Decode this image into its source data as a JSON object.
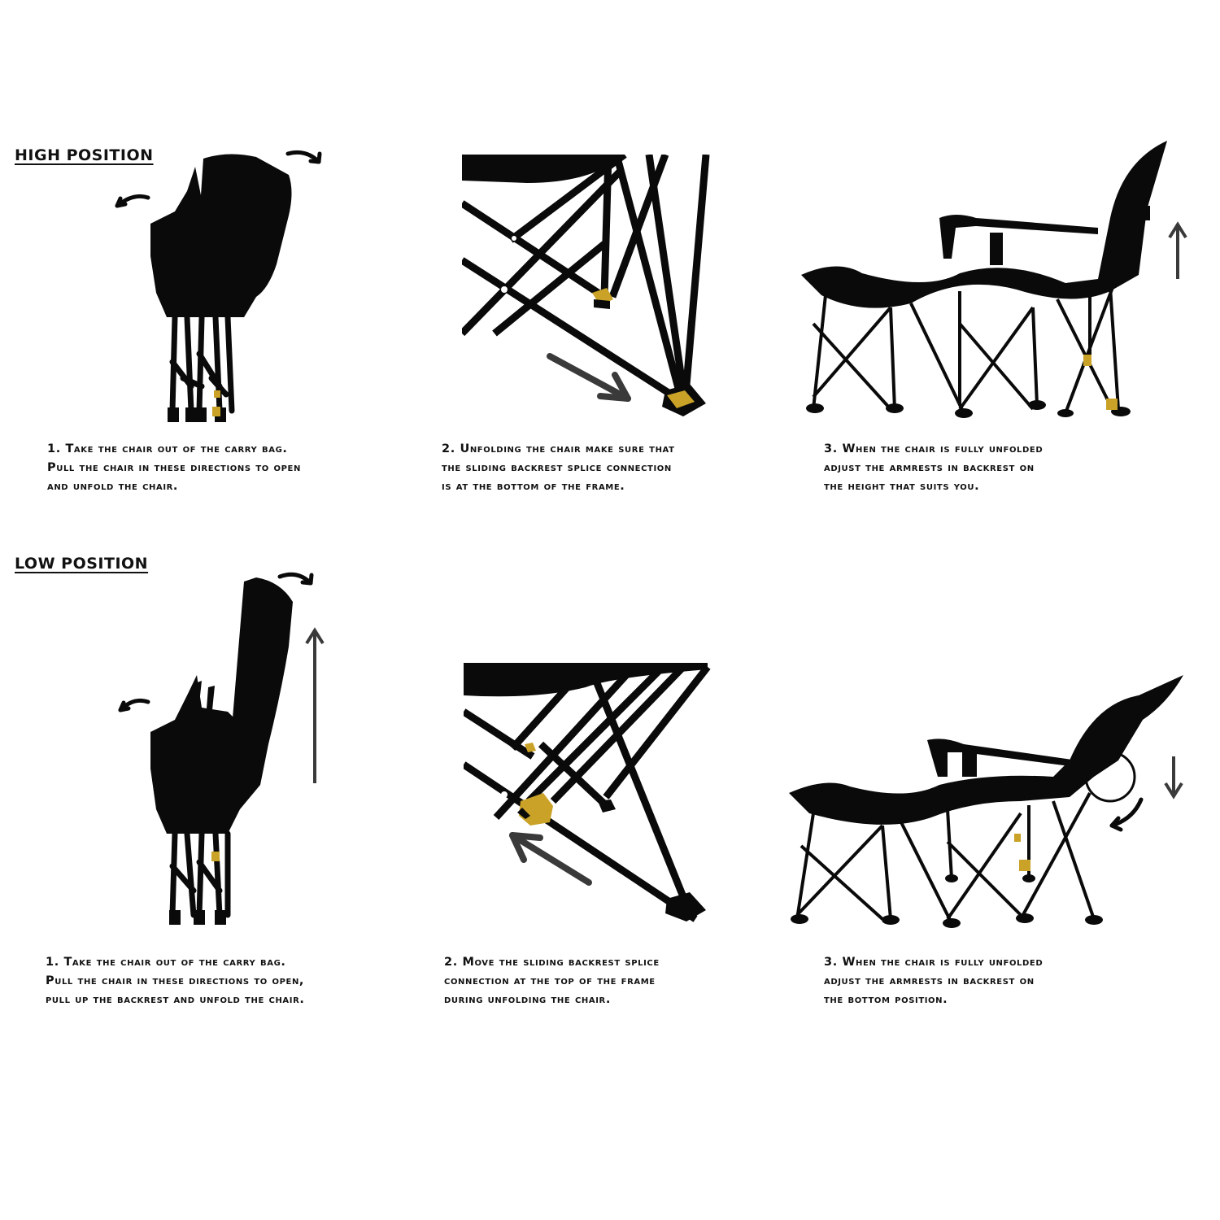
{
  "sections": [
    {
      "title": "HIGH POSITION",
      "steps": [
        {
          "lines": [
            "1.  Take the chair out of the carry bag.",
            "Pull the chair in these directions to open",
            "and unfold the chair."
          ]
        },
        {
          "lines": [
            "2.  Unfolding the chair make  sure that",
            "the sliding backrest splice connection",
            "is at the bottom of the frame."
          ]
        },
        {
          "lines": [
            "3.  When the chair is fully unfolded",
            "adjust the armrests in backrest on",
            "the height that suits you."
          ]
        }
      ]
    },
    {
      "title": "LOW POSITION",
      "steps": [
        {
          "lines": [
            "1.  Take the chair out of the carry bag.",
            "Pull the chair in these directions to open,",
            "pull up the backrest and unfold the chair."
          ]
        },
        {
          "lines": [
            "2.  Move the sliding backrest splice",
            "connection at the top of the frame",
            "during unfolding the chair."
          ]
        },
        {
          "lines": [
            "3.  When the chair is fully unfolded",
            "adjust the armrests in backrest on",
            "the bottom position."
          ]
        }
      ]
    }
  ],
  "colors": {
    "ink": "#0a0a0a",
    "connector": "#c9a227",
    "arrow": "#3a3a3a"
  },
  "icons": [
    "folded-chair",
    "frame-closeup",
    "lounger-chair",
    "curved-arrow",
    "straight-arrow",
    "highlight-circle"
  ]
}
